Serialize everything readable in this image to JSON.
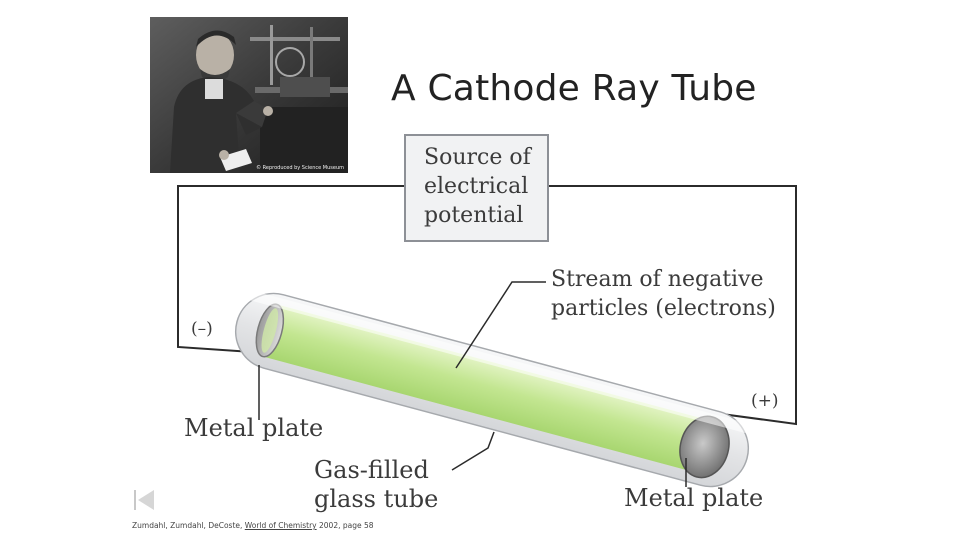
{
  "slide": {
    "title": "A Cathode Ray Tube"
  },
  "photo": {
    "credit": "© Reproduced by Science Museum"
  },
  "diagram": {
    "source_lines": [
      "Source of",
      "electrical",
      "potential"
    ],
    "stream_lines": [
      "Stream of negative",
      "particles (electrons)"
    ],
    "negative_terminal": "(–)",
    "positive_terminal": "(+)",
    "metal_plate_left": "Metal plate",
    "metal_plate_right": "Metal plate",
    "glass_tube_lines": [
      "Gas-filled",
      "glass tube"
    ],
    "colors": {
      "beam": "#c6e89a",
      "wire": "#2b2b2b",
      "box_fill": "#f1f2f3",
      "box_border": "#8d9096",
      "glass": "#e6e7e9"
    }
  },
  "citation": {
    "authors": "Zumdahl, Zumdahl, DeCoste, ",
    "work": "World of Chemistry",
    "rest": " 2002, page 58"
  },
  "nav": {
    "first_slide_icon": "skip-to-first-icon"
  }
}
